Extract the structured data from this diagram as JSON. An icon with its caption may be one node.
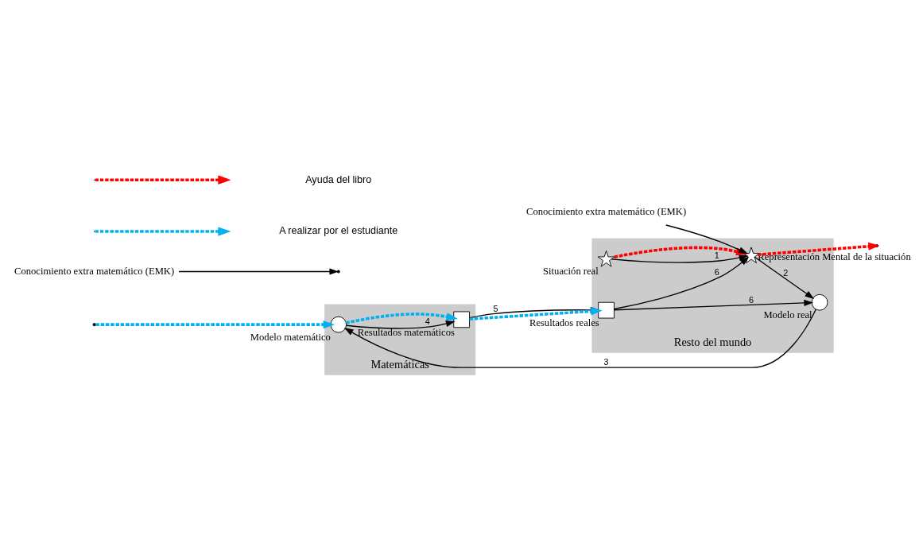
{
  "diagram": {
    "nodes": [
      {
        "text": [
          "Resto del mundo"
        ]
      },
      {
        "text": [
          "Matemáticas"
        ]
      },
      {
        "text": [
          "Conocimiento extra matemático (EMK)"
        ]
      },
      {
        "text": [
          "Conocimiento extra matemático (EMK)"
        ]
      },
      {
        "text": [],
        "shape": "star",
        "beside": [
          "Situación real"
        ],
        "in": 0
      },
      {
        "text": [],
        "shape": "circle",
        "beside": [
          "Modelo real"
        ],
        "in": 0
      },
      {
        "text": [],
        "shape": "star",
        "beside": [
          "Representación Mental de la situación"
        ],
        "in": 0
      },
      {
        "text": [],
        "shape": "box",
        "beside": [
          "Resultados reales"
        ],
        "in": 0
      },
      {
        "text": [],
        "shape": "circle",
        "beside": [
          "Modelo matemático"
        ],
        "in": 1
      },
      {
        "text": [],
        "shape": "box",
        "beside": [
          "Resultados matemáticos"
        ],
        "in": 1
      }
    ],
    "edges": [
      {
        "from": 4,
        "to": 6,
        "arrow": "to",
        "label": "1"
      },
      {
        "from": 4,
        "to": 6,
        "arrow": "to",
        "style": "dashed",
        "color": "#ff0000"
      },
      {
        "from": 3,
        "to": 6,
        "arrow": "to"
      },
      {
        "from": 2,
        "to": null,
        "arrow": "to"
      },
      {
        "from": 6,
        "to": 5,
        "arrow": "to",
        "label": "2"
      },
      {
        "from": 5,
        "to": 8,
        "arrow": "to",
        "label": "3"
      },
      {
        "from": 6,
        "to": null,
        "arrow": "to",
        "style": "dashed",
        "color": "#ff0000"
      },
      {
        "from": null,
        "to": 8,
        "arrow": "to",
        "style": "dashed",
        "color": "#00b0f0"
      },
      {
        "from": 8,
        "to": 9,
        "arrow": "to",
        "label": "4"
      },
      {
        "from": 8,
        "to": 9,
        "arrow": "to",
        "style": "dashed",
        "color": "#00b0f0"
      },
      {
        "from": 9,
        "to": 7,
        "arrow": "to",
        "label": "5"
      },
      {
        "from": 9,
        "to": 7,
        "arrow": "to",
        "style": "dashed",
        "color": "#00b0f0"
      },
      {
        "from": 7,
        "to": 6,
        "arrow": "to",
        "label": "6"
      },
      {
        "from": 7,
        "to": 5,
        "arrow": "to",
        "label": "6"
      }
    ],
    "legend": [
      {
        "text": "Ayuda del libro"
      },
      {
        "text": "A realizar por el estudiante"
      }
    ]
  }
}
